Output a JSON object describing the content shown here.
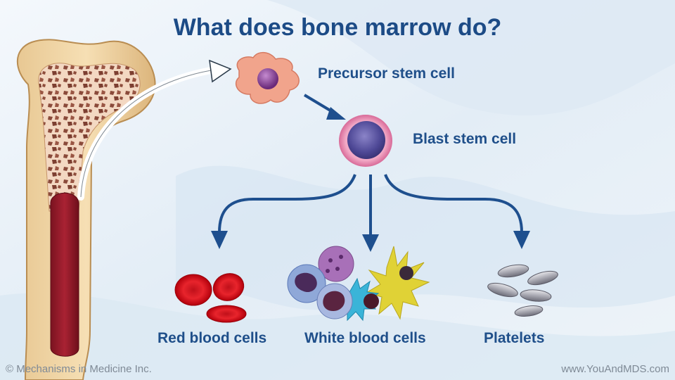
{
  "title": "What does bone marrow do?",
  "labels": {
    "precursor": "Precursor stem cell",
    "blast": "Blast stem cell",
    "red_blood_cells": "Red blood cells",
    "white_blood_cells": "White blood cells",
    "platelets": "Platelets"
  },
  "footer": {
    "copyright": "© Mechanisms in Medicine Inc.",
    "website": "www.YouAndMDS.com"
  },
  "colors": {
    "title": "#1c4b86",
    "label": "#1f4f8a",
    "arrow": "#1e4f8e",
    "background": "#e9f1f8"
  }
}
